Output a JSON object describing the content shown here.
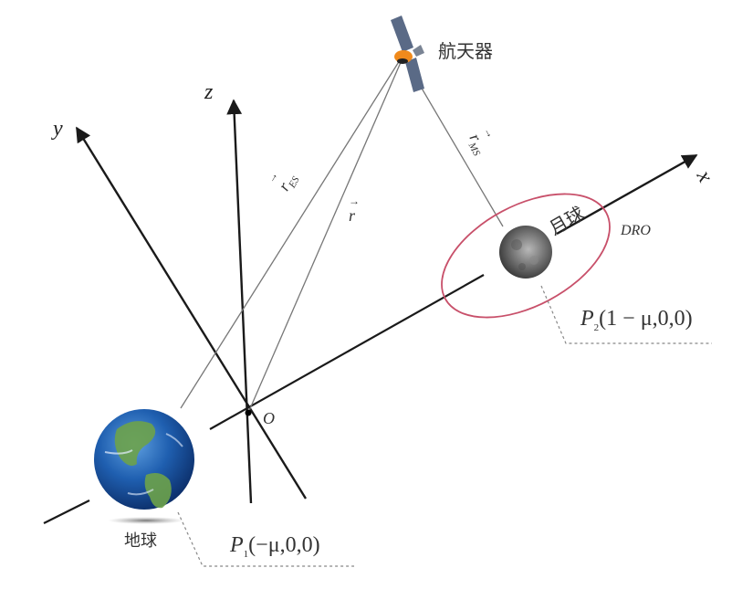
{
  "figure": {
    "type": "circular-restricted-three-body-problem frame diagram",
    "axes": {
      "x": {
        "label": "x"
      },
      "y": {
        "label": "y"
      },
      "z": {
        "label": "z"
      },
      "origin": {
        "label": "O"
      }
    },
    "bodies": {
      "spacecraft": {
        "label": "航天器"
      },
      "moon": {
        "label": "月球"
      },
      "earth": {
        "label": "地球"
      }
    },
    "orbit": {
      "label": "DRO",
      "color": "#c8506a"
    },
    "vectors": {
      "r_es": {
        "symbol": "r",
        "subscript": "ES"
      },
      "r": {
        "symbol": "r"
      },
      "r_ms": {
        "symbol": "r",
        "subscript": "MS"
      }
    },
    "points": {
      "p1": {
        "name": "P",
        "subscript": "1",
        "coords": "(−μ,0,0)"
      },
      "p2": {
        "name": "P",
        "subscript": "2",
        "coords": "(1 − μ,0,0)"
      }
    },
    "colors": {
      "axis": "#1a1a1a",
      "vector_line": "#777777",
      "orbit": "#c8506a",
      "spacecraft_body": "#f08a1c",
      "spacecraft_panel": "#5a6a86"
    }
  }
}
